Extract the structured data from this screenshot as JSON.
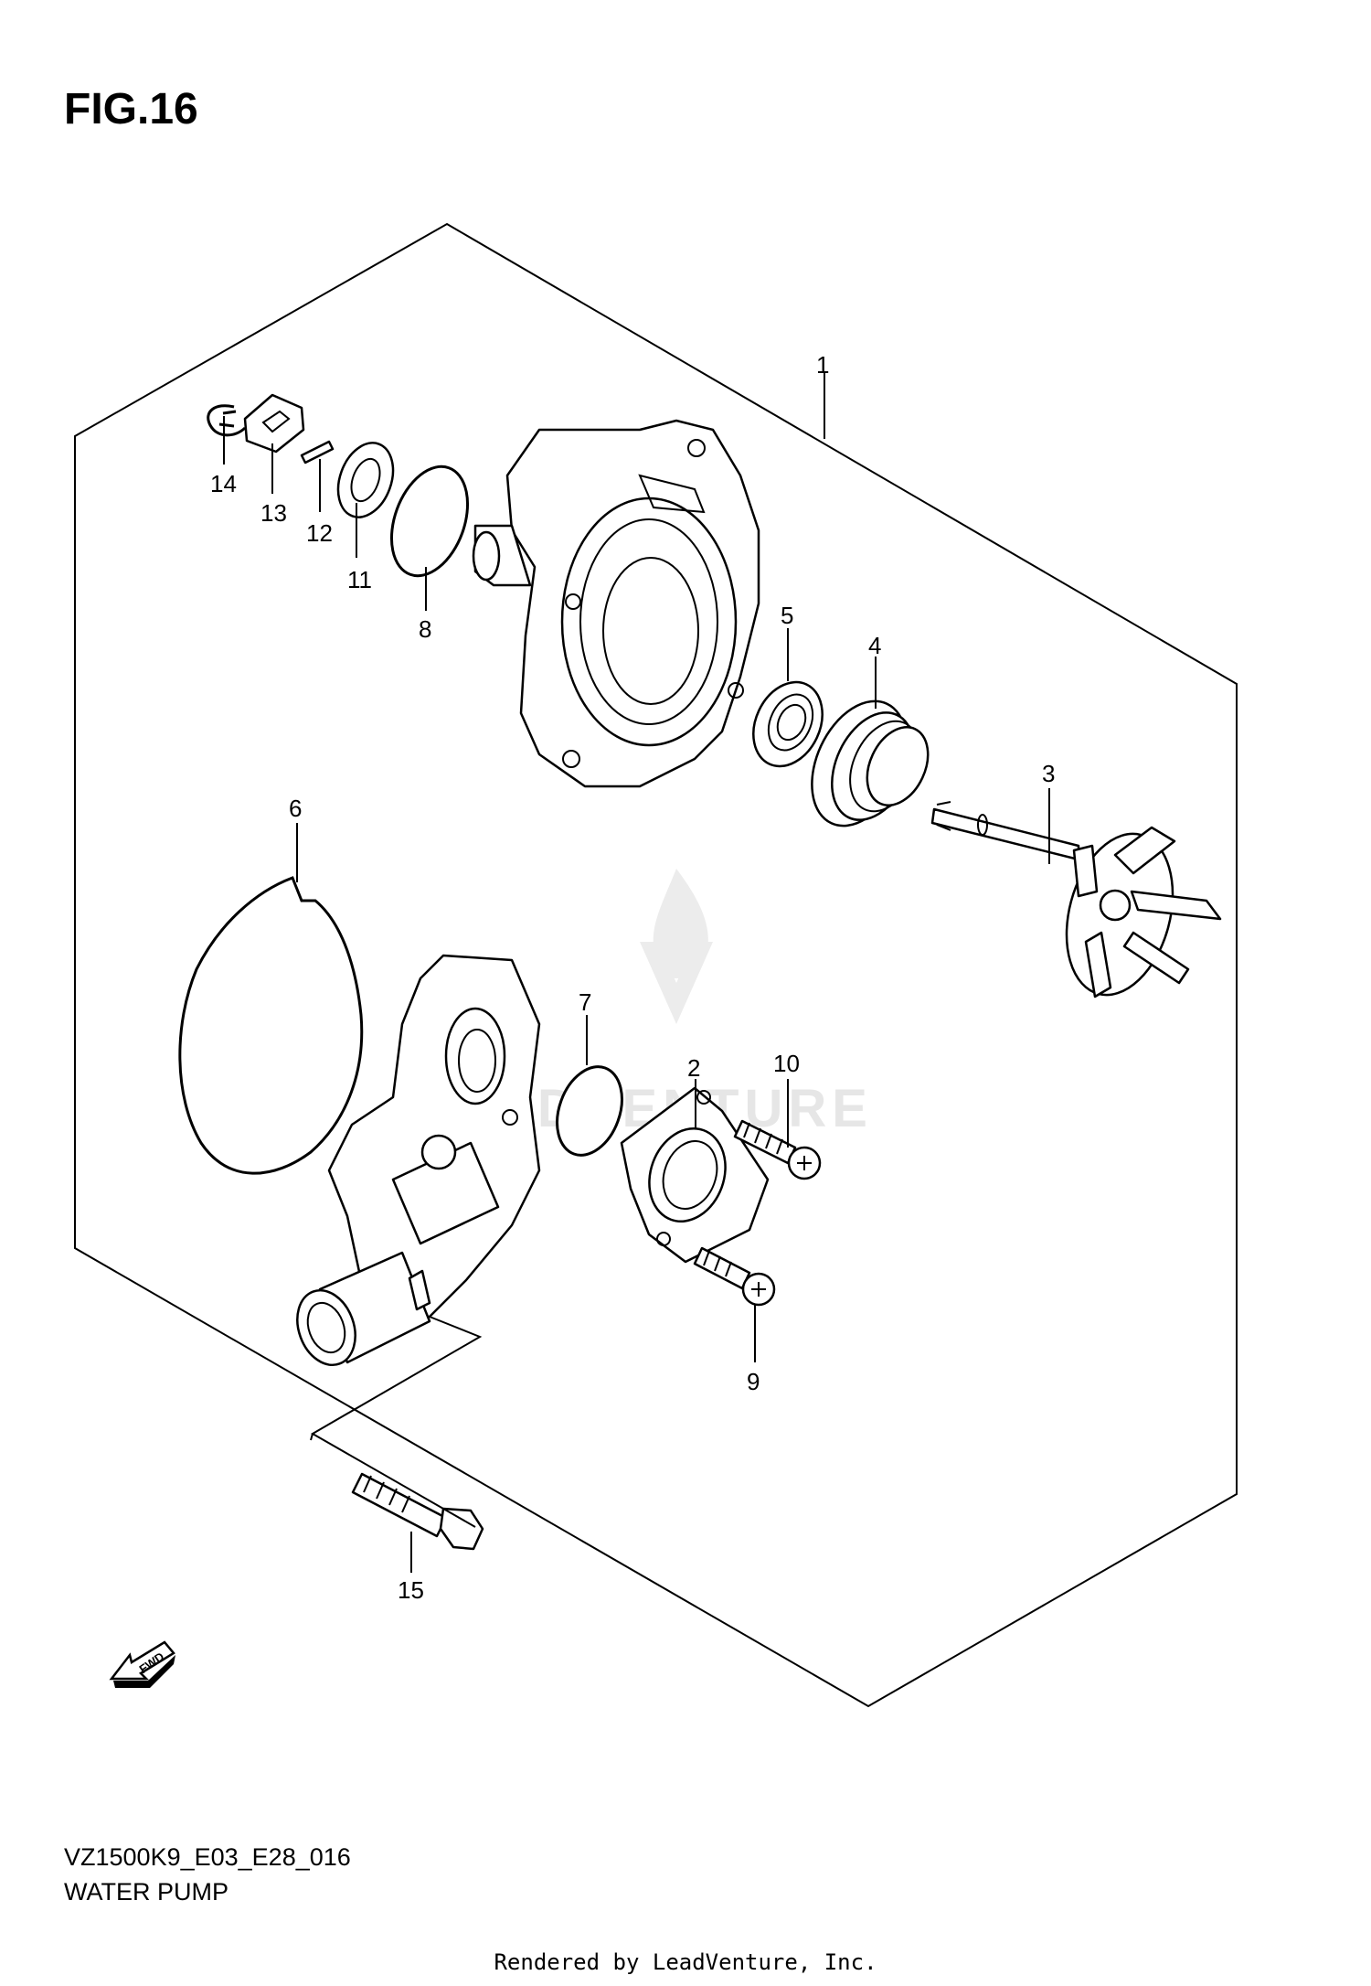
{
  "figure": {
    "title": "FIG.16"
  },
  "callouts": [
    {
      "label": "1"
    },
    {
      "label": "2"
    },
    {
      "label": "3"
    },
    {
      "label": "4"
    },
    {
      "label": "5"
    },
    {
      "label": "6"
    },
    {
      "label": "7"
    },
    {
      "label": "8"
    },
    {
      "label": "9"
    },
    {
      "label": "10"
    },
    {
      "label": "11"
    },
    {
      "label": "12"
    },
    {
      "label": "13"
    },
    {
      "label": "14"
    },
    {
      "label": "15"
    }
  ],
  "direction_marker": {
    "label": "FWD"
  },
  "watermark": {
    "text": "ADVENTURE"
  },
  "model_code": "VZ1500K9_E03_E28_016",
  "caption": "WATER PUMP",
  "footer": "Rendered by LeadVenture, Inc."
}
